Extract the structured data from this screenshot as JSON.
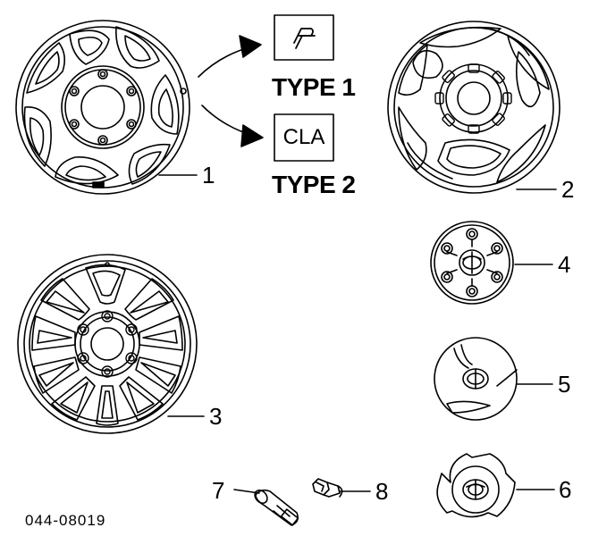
{
  "diagram": {
    "type1_label": "TYPE 1",
    "type2_label": "TYPE 2",
    "type2_box_text": "CLA",
    "type1_box_icon": "stylized-p-logo-icon",
    "part_numbers": [
      "1",
      "2",
      "3",
      "4",
      "5",
      "6",
      "7",
      "8"
    ],
    "catalog_code": "044-08019"
  },
  "colors": {
    "line": "#000000",
    "background": "#ffffff"
  }
}
